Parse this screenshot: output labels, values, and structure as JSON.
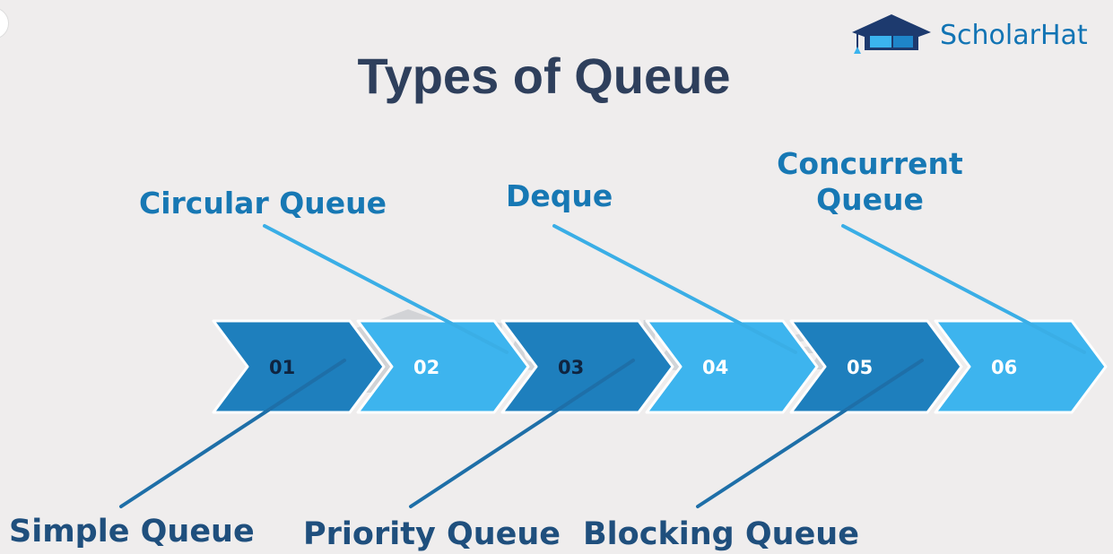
{
  "title": "Types of Queue",
  "brand": {
    "name": "ScholarHat",
    "watermark": "ScholarHat"
  },
  "colors": {
    "dark_arrow": "#1e7fbd",
    "light_arrow": "#3db4ee",
    "title": "#2e3f5c",
    "top_label": "#1778b4",
    "bottom_label": "#1f4f7d",
    "background": "#efeded"
  },
  "steps": [
    {
      "number": "01",
      "label": "Simple Queue",
      "position": "bottom",
      "shade": "dark"
    },
    {
      "number": "02",
      "label": "Circular Queue",
      "position": "top",
      "shade": "light"
    },
    {
      "number": "03",
      "label": "Priority Queue",
      "position": "bottom",
      "shade": "dark"
    },
    {
      "number": "04",
      "label": "Deque",
      "position": "top",
      "shade": "light"
    },
    {
      "number": "05",
      "label": "Blocking Queue",
      "position": "bottom",
      "shade": "dark"
    },
    {
      "number": "06",
      "label": "Concurrent Queue",
      "position": "top",
      "shade": "light"
    }
  ],
  "concurrent_lines": [
    "Concurrent",
    "Queue"
  ]
}
